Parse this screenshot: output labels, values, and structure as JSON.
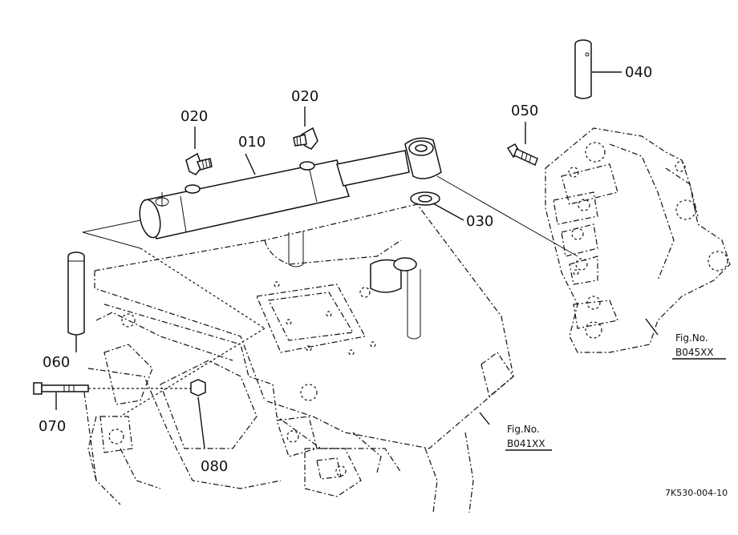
{
  "labels": {
    "p010": "010",
    "p020a": "020",
    "p020b": "020",
    "p030": "030",
    "p040": "040",
    "p050": "050",
    "p060": "060",
    "p070": "070",
    "p080": "080"
  },
  "refs": {
    "b045_prefix": "Fig.No.",
    "b045_code": "B045XX",
    "b041_prefix": "Fig.No.",
    "b041_code": "B041XX"
  },
  "drawing_code": "7K530-004-10"
}
